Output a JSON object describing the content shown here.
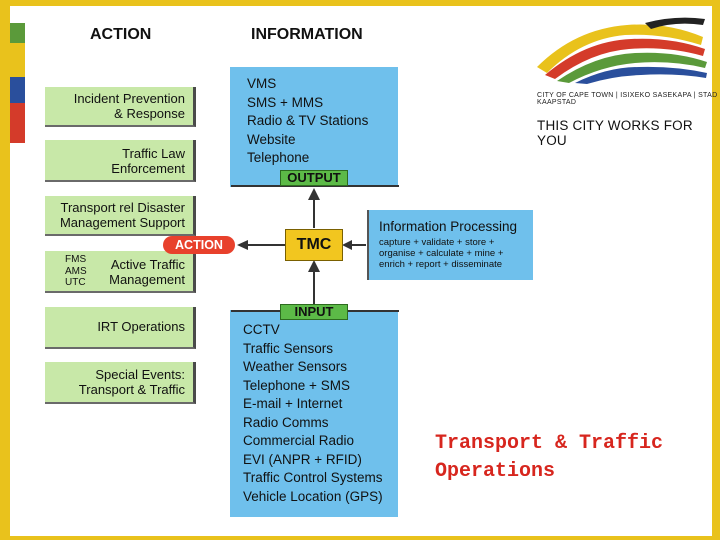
{
  "headers": {
    "action": "ACTION",
    "information": "INFORMATION"
  },
  "action_boxes": [
    {
      "lines": [
        "Incident Prevention",
        "& Response"
      ]
    },
    {
      "lines": [
        "Traffic Law",
        "Enforcement"
      ]
    },
    {
      "lines": [
        "Transport rel Disaster",
        "Management Support"
      ]
    },
    {
      "lines": [
        "Active Traffic",
        "Management"
      ],
      "side_labels": [
        "FMS",
        "AMS",
        "UTC"
      ]
    },
    {
      "lines": [
        "IRT Operations"
      ]
    },
    {
      "lines": [
        "Special Events:",
        "Transport & Traffic"
      ]
    }
  ],
  "output_channels": [
    "VMS",
    "SMS + MMS",
    "Radio & TV Stations",
    "Website",
    "Telephone"
  ],
  "labels": {
    "output": "OUTPUT",
    "input": "INPUT",
    "action": "ACTION",
    "tmc": "TMC"
  },
  "info_processing": {
    "title": "Information Processing",
    "lines": [
      "capture + validate + store +",
      "organise + calculate + mine +",
      "enrich + report + disseminate"
    ]
  },
  "input_sources": [
    "CCTV",
    "Traffic Sensors",
    "Weather Sensors",
    "Telephone + SMS",
    "E-mail + Internet",
    "Radio Comms",
    "Commercial Radio",
    "EVI (ANPR + RFID)",
    "Traffic Control Systems",
    "Vehicle Location (GPS)"
  ],
  "logo": {
    "city_line": "CITY OF CAPE TOWN | ISIXEKO SASEKAPA | STAD KAAPSTAD",
    "slogan": "THIS CITY WORKS FOR YOU"
  },
  "title_lines": [
    "Transport & Traffic",
    "Operations"
  ],
  "colors": {
    "blue_box": "#6fc0ec",
    "green_box": "#c8e8a8",
    "label_green": "#5cba47",
    "tmc_yellow": "#f2c61f",
    "action_red": "#e8412c",
    "title_red": "#d7261e",
    "border_yellow": "#e9c21c"
  }
}
